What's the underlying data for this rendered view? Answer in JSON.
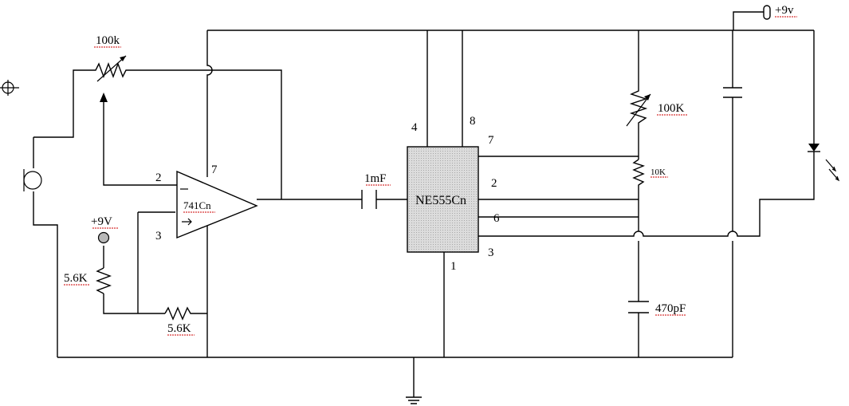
{
  "components": {
    "pot_input": "100k",
    "opamp": "741Cn",
    "opamp_supply": "+9V",
    "r_divider_top": "5.6K",
    "r_divider_bottom": "5.6K",
    "coupling_cap": "1mF",
    "timer": "NE555Cn",
    "pot_timer": "100K",
    "r_timer": "10K",
    "timing_cap": "470pF",
    "supply": "+9v"
  },
  "opamp_pins": {
    "inv": "2",
    "noninv": "3",
    "vplus": "7"
  },
  "timer_pins": {
    "reset": "4",
    "vcc": "8",
    "discharge": "7",
    "trigger": "2",
    "threshold": "6",
    "output": "3",
    "gnd": "1"
  },
  "colors": {
    "ic_fill": "#d4d4d4",
    "node_fill": "#b8b8b8",
    "squiggle": "#cc0000"
  }
}
